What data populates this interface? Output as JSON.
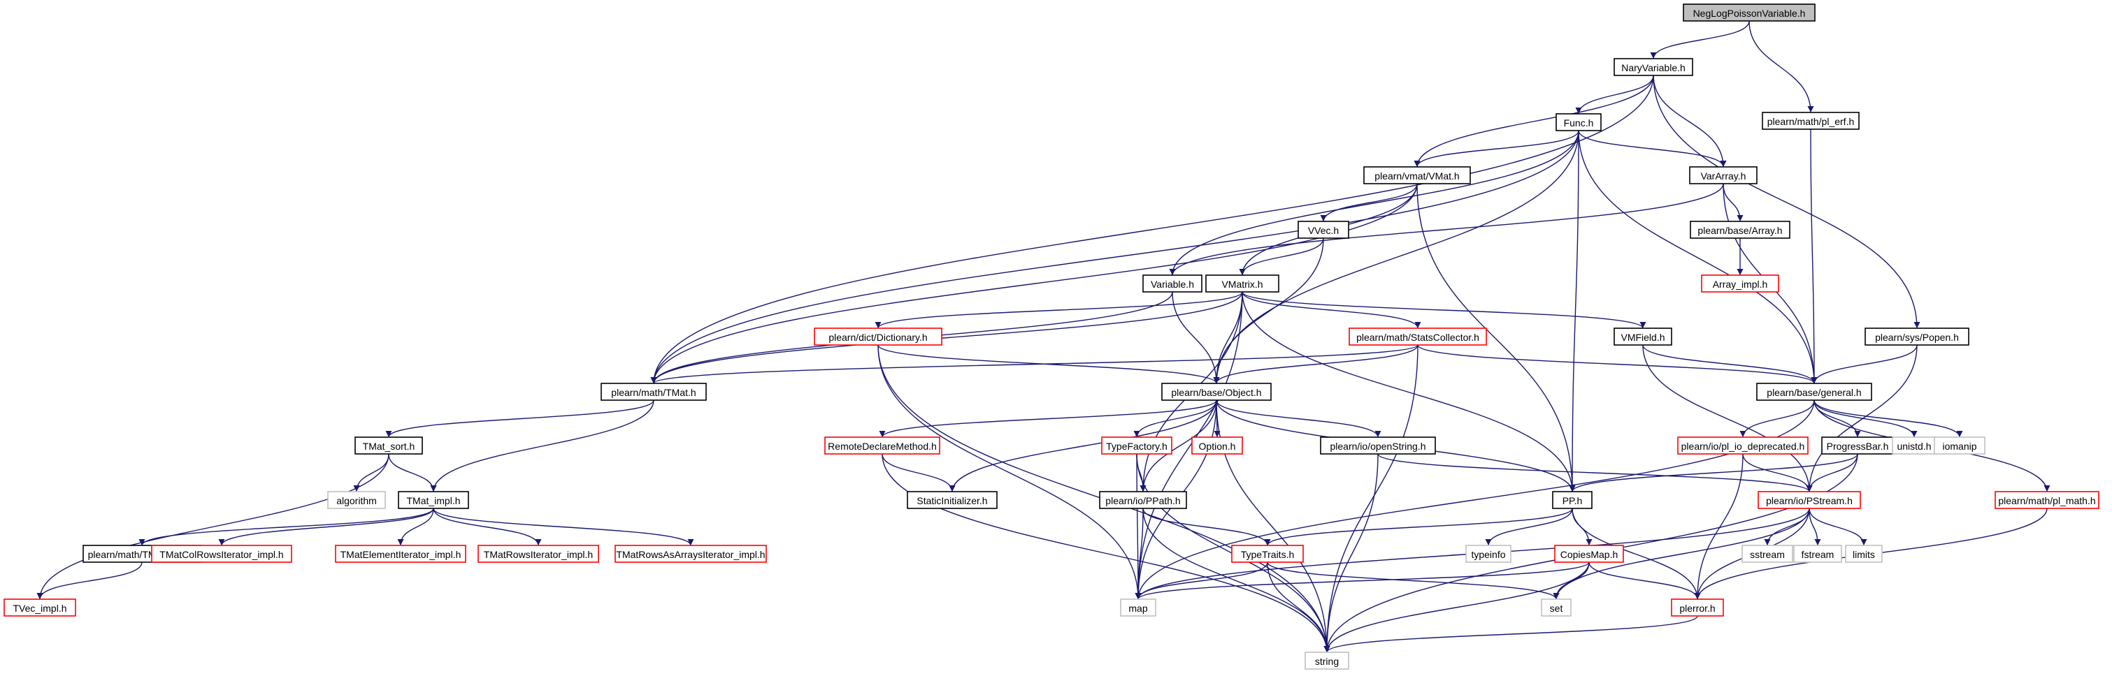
{
  "nodes": [
    {
      "id": "root",
      "label": "NegLogPoissonVariable.h",
      "style": "root"
    },
    {
      "id": "nary",
      "label": "NaryVariable.h",
      "style": "black"
    },
    {
      "id": "plerf",
      "label": "plearn/math/pl_erf.h",
      "style": "black"
    },
    {
      "id": "func",
      "label": "Func.h",
      "style": "black"
    },
    {
      "id": "vmat",
      "label": "plearn/vmat/VMat.h",
      "style": "black"
    },
    {
      "id": "vararray",
      "label": "VarArray.h",
      "style": "black"
    },
    {
      "id": "vvec",
      "label": "VVec.h",
      "style": "black"
    },
    {
      "id": "basearray",
      "label": "plearn/base/Array.h",
      "style": "black"
    },
    {
      "id": "arrayimpl",
      "label": "Array_impl.h",
      "style": "red"
    },
    {
      "id": "variable",
      "label": "Variable.h",
      "style": "black"
    },
    {
      "id": "vmatrix",
      "label": "VMatrix.h",
      "style": "black"
    },
    {
      "id": "dictionary",
      "label": "plearn/dict/Dictionary.h",
      "style": "red"
    },
    {
      "id": "stats",
      "label": "plearn/math/StatsCollector.h",
      "style": "red"
    },
    {
      "id": "vmfield",
      "label": "VMField.h",
      "style": "black"
    },
    {
      "id": "popen",
      "label": "plearn/sys/Popen.h",
      "style": "black"
    },
    {
      "id": "tmat",
      "label": "plearn/math/TMat.h",
      "style": "black"
    },
    {
      "id": "object",
      "label": "plearn/base/Object.h",
      "style": "black"
    },
    {
      "id": "general",
      "label": "plearn/base/general.h",
      "style": "black"
    },
    {
      "id": "tmatsort",
      "label": "TMat_sort.h",
      "style": "black"
    },
    {
      "id": "remote",
      "label": "RemoteDeclareMethod.h",
      "style": "red"
    },
    {
      "id": "typefactory",
      "label": "TypeFactory.h",
      "style": "red"
    },
    {
      "id": "option",
      "label": "Option.h",
      "style": "red"
    },
    {
      "id": "openstring",
      "label": "plearn/io/openString.h",
      "style": "black"
    },
    {
      "id": "pldep",
      "label": "plearn/io/pl_io_deprecated.h",
      "style": "red"
    },
    {
      "id": "progress",
      "label": "ProgressBar.h",
      "style": "black"
    },
    {
      "id": "unistd",
      "label": "unistd.h",
      "style": "gray"
    },
    {
      "id": "iomanip",
      "label": "iomanip",
      "style": "gray"
    },
    {
      "id": "algorithm",
      "label": "algorithm",
      "style": "gray"
    },
    {
      "id": "tmatimpl",
      "label": "TMat_impl.h",
      "style": "black"
    },
    {
      "id": "staticinit",
      "label": "StaticInitializer.h",
      "style": "black"
    },
    {
      "id": "ppath",
      "label": "plearn/io/PPath.h",
      "style": "black"
    },
    {
      "id": "pp",
      "label": "PP.h",
      "style": "black"
    },
    {
      "id": "pstream",
      "label": "plearn/io/PStream.h",
      "style": "red"
    },
    {
      "id": "plmath",
      "label": "plearn/math/pl_math.h",
      "style": "red"
    },
    {
      "id": "tmatdecl",
      "label": "plearn/math/TMat_decl.h",
      "style": "black"
    },
    {
      "id": "colrows",
      "label": "TMatColRowsIterator_impl.h",
      "style": "red"
    },
    {
      "id": "element",
      "label": "TMatElementIterator_impl.h",
      "style": "red"
    },
    {
      "id": "rows",
      "label": "TMatRowsIterator_impl.h",
      "style": "red"
    },
    {
      "id": "rowsarr",
      "label": "TMatRowsAsArraysIterator_impl.h",
      "style": "red"
    },
    {
      "id": "typetraits",
      "label": "TypeTraits.h",
      "style": "red"
    },
    {
      "id": "typeinfo",
      "label": "typeinfo",
      "style": "gray"
    },
    {
      "id": "copiesmap",
      "label": "CopiesMap.h",
      "style": "red"
    },
    {
      "id": "sstream",
      "label": "sstream",
      "style": "gray"
    },
    {
      "id": "fstream",
      "label": "fstream",
      "style": "gray"
    },
    {
      "id": "limits",
      "label": "limits",
      "style": "gray"
    },
    {
      "id": "tvecimpl",
      "label": "TVec_impl.h",
      "style": "red"
    },
    {
      "id": "map",
      "label": "map",
      "style": "gray"
    },
    {
      "id": "set",
      "label": "set",
      "style": "gray"
    },
    {
      "id": "plerror",
      "label": "plerror.h",
      "style": "red"
    },
    {
      "id": "string",
      "label": "string",
      "style": "gray"
    }
  ],
  "edges": [
    [
      "root",
      "nary"
    ],
    [
      "root",
      "plerf"
    ],
    [
      "nary",
      "func"
    ],
    [
      "nary",
      "vmat"
    ],
    [
      "nary",
      "vararray"
    ],
    [
      "nary",
      "tmat"
    ],
    [
      "nary",
      "popen"
    ],
    [
      "plerf",
      "general"
    ],
    [
      "func",
      "vmat"
    ],
    [
      "func",
      "vararray"
    ],
    [
      "func",
      "variable"
    ],
    [
      "func",
      "tmat"
    ],
    [
      "func",
      "object"
    ],
    [
      "func",
      "pp"
    ],
    [
      "func",
      "general"
    ],
    [
      "vmat",
      "vvec"
    ],
    [
      "vmat",
      "vmatrix"
    ],
    [
      "vmat",
      "tmat"
    ],
    [
      "vmat",
      "pp"
    ],
    [
      "vararray",
      "variable"
    ],
    [
      "vararray",
      "basearray"
    ],
    [
      "vararray",
      "general"
    ],
    [
      "basearray",
      "arrayimpl"
    ],
    [
      "vvec",
      "vmatrix"
    ],
    [
      "vvec",
      "object"
    ],
    [
      "variable",
      "tmat"
    ],
    [
      "variable",
      "object"
    ],
    [
      "vmatrix",
      "tmat"
    ],
    [
      "vmatrix",
      "dictionary"
    ],
    [
      "vmatrix",
      "stats"
    ],
    [
      "vmatrix",
      "vmfield"
    ],
    [
      "vmatrix",
      "object"
    ],
    [
      "vmatrix",
      "ppath"
    ],
    [
      "vmatrix",
      "pp"
    ],
    [
      "vmatrix",
      "map"
    ],
    [
      "dictionary",
      "object"
    ],
    [
      "dictionary",
      "map"
    ],
    [
      "dictionary",
      "string"
    ],
    [
      "stats",
      "tmat"
    ],
    [
      "stats",
      "object"
    ],
    [
      "stats",
      "general"
    ],
    [
      "stats",
      "string"
    ],
    [
      "vmfield",
      "general"
    ],
    [
      "vmfield",
      "pstream"
    ],
    [
      "popen",
      "general"
    ],
    [
      "popen",
      "pstream"
    ],
    [
      "tmat",
      "tmatsort"
    ],
    [
      "tmat",
      "tmatimpl"
    ],
    [
      "tmatsort",
      "algorithm"
    ],
    [
      "tmatsort",
      "tmatimpl"
    ],
    [
      "tmatsort",
      "tvecimpl"
    ],
    [
      "tmatimpl",
      "tmatdecl"
    ],
    [
      "tmatimpl",
      "colrows"
    ],
    [
      "tmatimpl",
      "element"
    ],
    [
      "tmatimpl",
      "rows"
    ],
    [
      "tmatimpl",
      "rowsarr"
    ],
    [
      "tmatdecl",
      "tvecimpl"
    ],
    [
      "object",
      "remote"
    ],
    [
      "object",
      "typefactory"
    ],
    [
      "object",
      "option"
    ],
    [
      "object",
      "openstring"
    ],
    [
      "object",
      "staticinit"
    ],
    [
      "object",
      "ppath"
    ],
    [
      "object",
      "pp"
    ],
    [
      "object",
      "map"
    ],
    [
      "object",
      "string"
    ],
    [
      "remote",
      "staticinit"
    ],
    [
      "remote",
      "string"
    ],
    [
      "typefactory",
      "ppath"
    ],
    [
      "typefactory",
      "map"
    ],
    [
      "typefactory",
      "string"
    ],
    [
      "openstring",
      "pstream"
    ],
    [
      "openstring",
      "string"
    ],
    [
      "general",
      "pldep"
    ],
    [
      "general",
      "progress"
    ],
    [
      "general",
      "unistd"
    ],
    [
      "general",
      "iomanip"
    ],
    [
      "general",
      "plmath"
    ],
    [
      "general",
      "map"
    ],
    [
      "pldep",
      "pstream"
    ],
    [
      "pldep",
      "plerror"
    ],
    [
      "progress",
      "pp"
    ],
    [
      "progress",
      "pstream"
    ],
    [
      "progress",
      "string"
    ],
    [
      "ppath",
      "typetraits"
    ],
    [
      "ppath",
      "map"
    ],
    [
      "ppath",
      "string"
    ],
    [
      "pp",
      "typetraits"
    ],
    [
      "pp",
      "typeinfo"
    ],
    [
      "pp",
      "copiesmap"
    ],
    [
      "pp",
      "plerror"
    ],
    [
      "pstream",
      "map"
    ],
    [
      "pstream",
      "sstream"
    ],
    [
      "pstream",
      "fstream"
    ],
    [
      "pstream",
      "limits"
    ],
    [
      "pstream",
      "set"
    ],
    [
      "pstream",
      "plerror"
    ],
    [
      "plmath",
      "plerror"
    ],
    [
      "typetraits",
      "map"
    ],
    [
      "typetraits",
      "string"
    ],
    [
      "typetraits",
      "set"
    ],
    [
      "copiesmap",
      "map"
    ],
    [
      "copiesmap",
      "set"
    ],
    [
      "copiesmap",
      "string"
    ],
    [
      "copiesmap",
      "plerror"
    ],
    [
      "plerror",
      "string"
    ]
  ]
}
